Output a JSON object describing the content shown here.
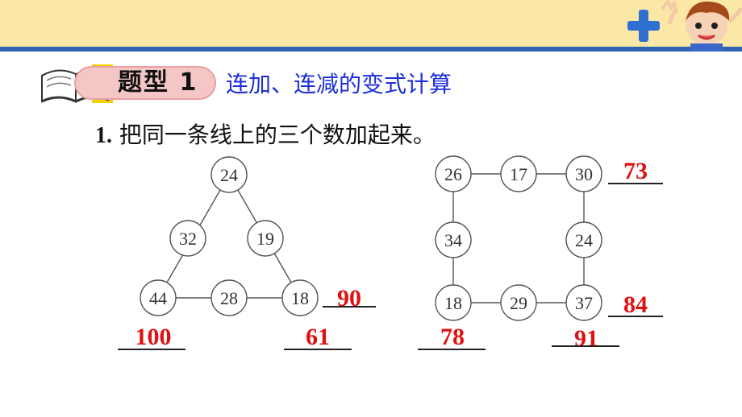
{
  "header": {
    "band_color": "#fbe7a6",
    "line_color": "#2f64b0"
  },
  "badge": {
    "text": "题型 1",
    "icon": "open-book-icon"
  },
  "topic": {
    "title": "连加、连减的变式计算"
  },
  "question": {
    "number": "1",
    "sep": ".",
    "text": "把同一条线上的三个数加起来。"
  },
  "triangle": {
    "nodes": [
      "24",
      "32",
      "19",
      "44",
      "28",
      "18"
    ],
    "answers": [
      "90",
      "100",
      "61"
    ]
  },
  "square": {
    "nodes": [
      "26",
      "17",
      "30",
      "34",
      "24",
      "18",
      "29",
      "37"
    ],
    "answers": [
      "73",
      "84",
      "78",
      "91"
    ]
  },
  "colors": {
    "answer": "#e01010",
    "topic": "#1d2fd8"
  }
}
